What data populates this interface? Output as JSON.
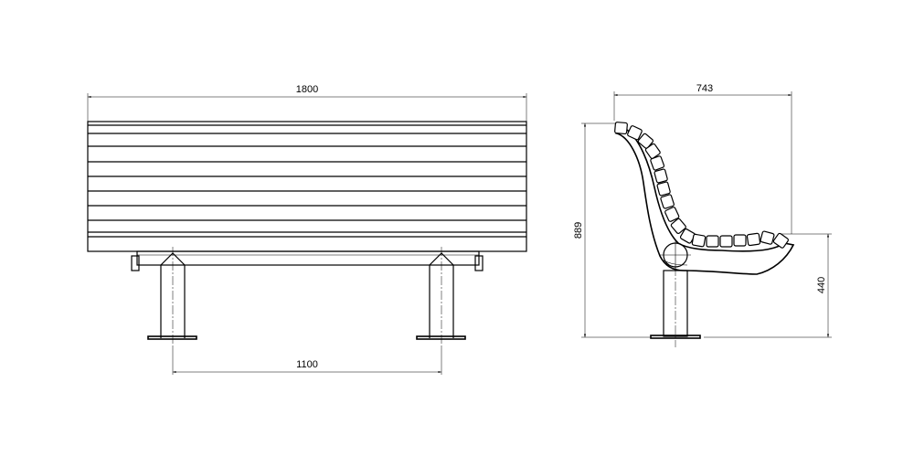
{
  "front_view": {
    "width_label": "1800",
    "leg_spacing_label": "1100"
  },
  "side_view": {
    "depth_label": "743",
    "height_label": "889",
    "seat_height_label": "440"
  }
}
